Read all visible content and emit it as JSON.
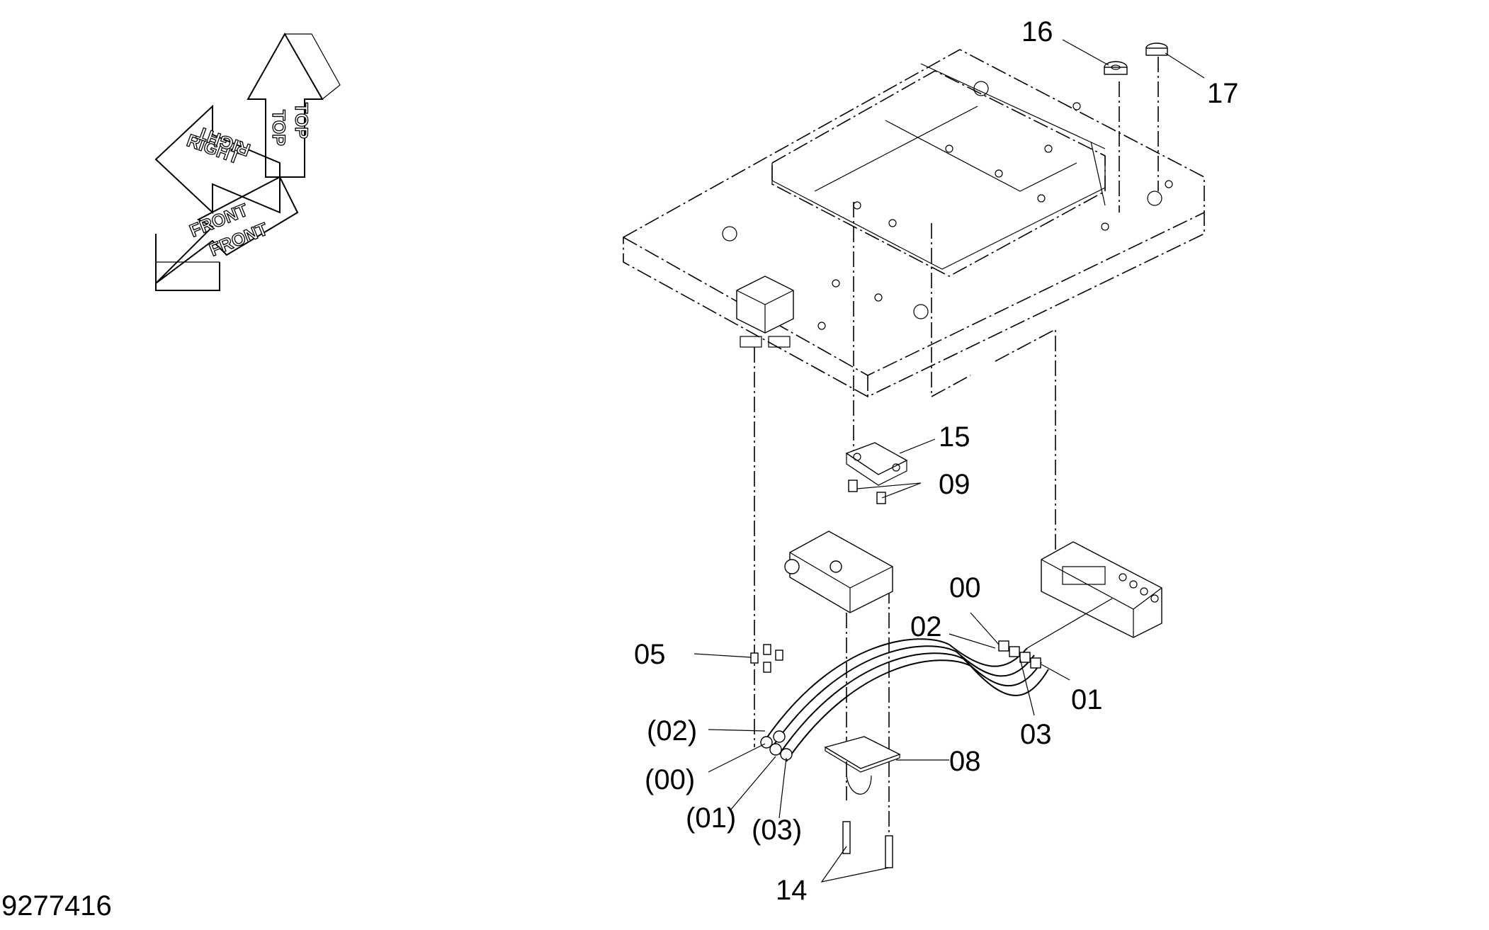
{
  "drawing_number": "9277416",
  "orientation_cube": {
    "top_labels": [
      "TOP",
      "TOP"
    ],
    "right_labels": [
      "RIGHT",
      "RIGHT"
    ],
    "front_labels": [
      "FRONT",
      "FRONT"
    ]
  },
  "callouts": {
    "c16": "16",
    "c17": "17",
    "c15": "15",
    "c09": "09",
    "c00": "00",
    "c02": "02",
    "c01": "01",
    "c03": "03",
    "c05": "05",
    "p02": "(02)",
    "p00": "(00)",
    "p01": "(01)",
    "p03": "(03)",
    "c08": "08",
    "c14": "14"
  }
}
